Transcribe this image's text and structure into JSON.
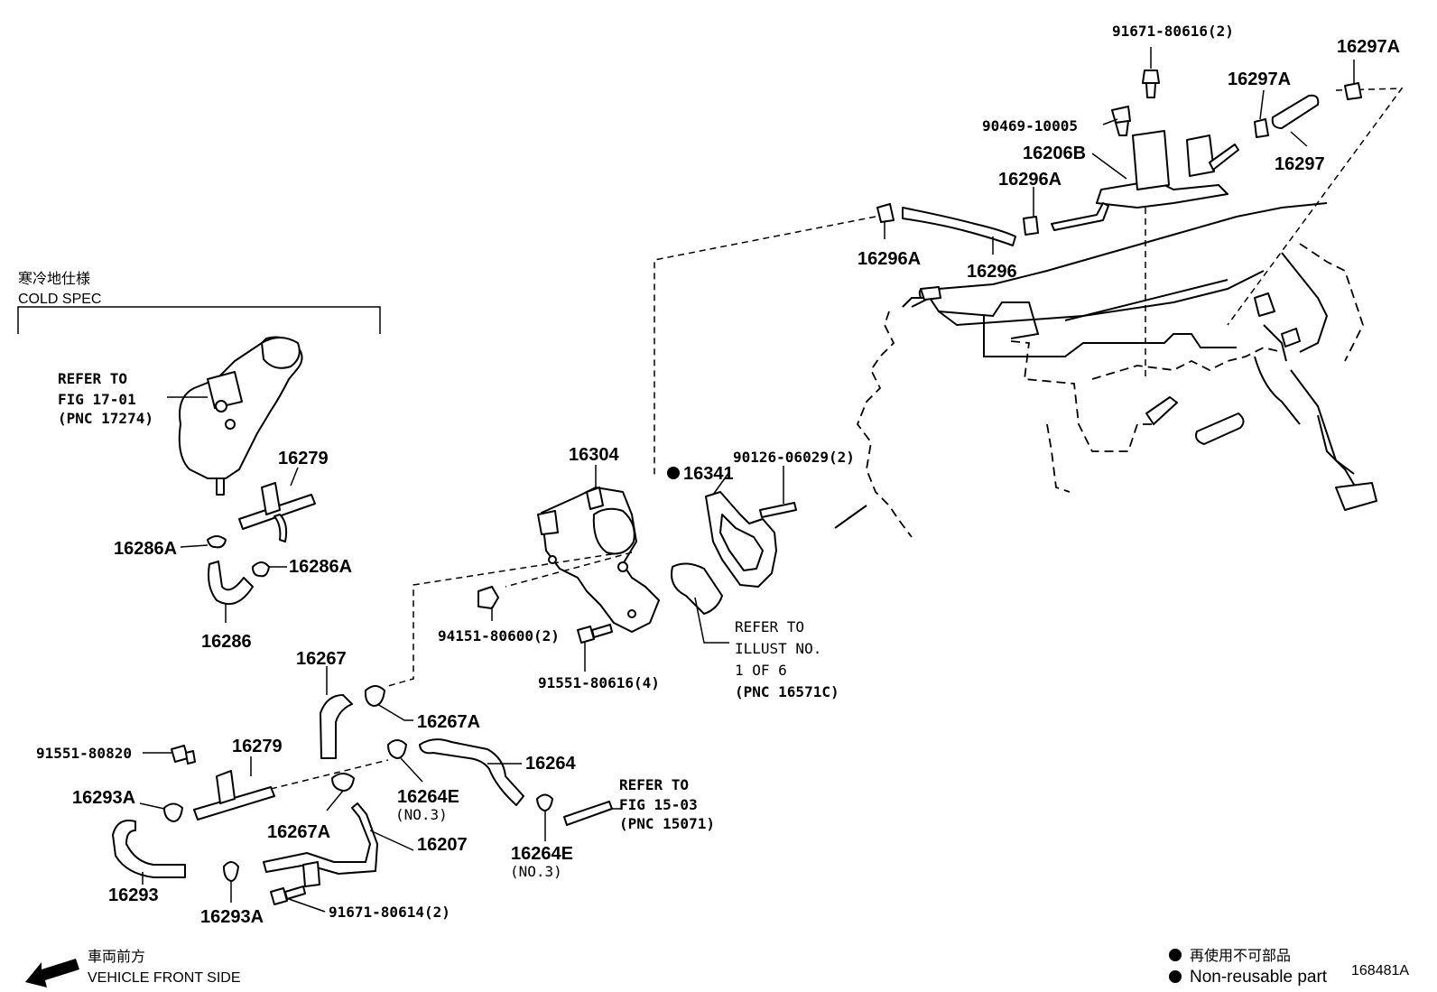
{
  "cold_spec": {
    "jp": "寒冷地仕様",
    "en": "COLD SPEC"
  },
  "refer_fig17": {
    "l1": "REFER TO",
    "l2": "FIG 17-01",
    "l3": "(PNC 17274)"
  },
  "refer_illust": {
    "l1": "REFER TO",
    "l2": "ILLUST NO.",
    "l3": "1 OF 6",
    "l4": "(PNC 16571C)"
  },
  "refer_fig15": {
    "l1": "REFER TO",
    "l2": "FIG 15-03",
    "l3": "(PNC 15071)"
  },
  "parts": {
    "p91671_80616": "91671-80616(2)",
    "p16297A_r": "16297A",
    "p16297A_l": "16297A",
    "p16297": "16297",
    "p90469": "90469-10005",
    "p16206B": "16206B",
    "p16296A_t": "16296A",
    "p16296A_b": "16296A",
    "p16296": "16296",
    "p16279_t": "16279",
    "p16286A_l": "16286A",
    "p16286A_r": "16286A",
    "p16286": "16286",
    "p16304": "16304",
    "p16341": "16341",
    "p90126": "90126-06029(2)",
    "p94151": "94151-80600(2)",
    "p91551_80616": "91551-80616(4)",
    "p16267": "16267",
    "p16267A_r": "16267A",
    "p91551_80820": "91551-80820",
    "p16279_b": "16279",
    "p16264": "16264",
    "p16293A_t": "16293A",
    "p16264E_l": "16264E",
    "p16264E_l_sub": "(NO.3)",
    "p16267A_b": "16267A",
    "p16207": "16207",
    "p16264E_r": "16264E",
    "p16264E_r_sub": "(NO.3)",
    "p16293": "16293",
    "p16293A_b": "16293A",
    "p91671_80614": "91671-80614(2)"
  },
  "vehicle_front": {
    "jp": "車両前方",
    "en": "VEHICLE FRONT SIDE"
  },
  "legend": {
    "jp": "再使用不可部品",
    "en": "Non-reusable part"
  },
  "illustration_id": "168481A"
}
